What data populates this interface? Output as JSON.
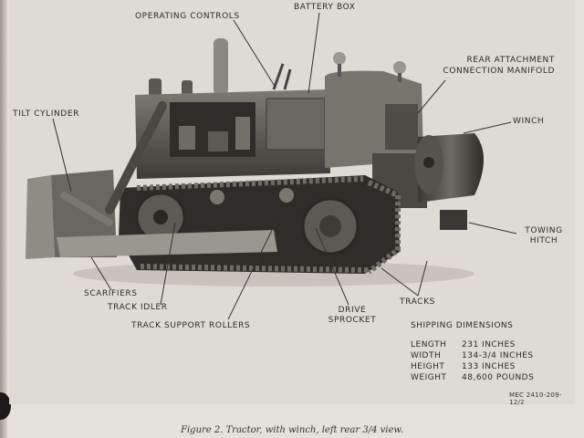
{
  "labels": {
    "operating_controls": "OPERATING CONTROLS",
    "battery_box": "BATTERY BOX",
    "rear_attachment_line1": "REAR ATTACHMENT",
    "rear_attachment_line2": "CONNECTION MANIFOLD",
    "winch": "WINCH",
    "tilt_cylinder": "TILT CYLINDER",
    "towing_line1": "TOWING",
    "towing_line2": "HITCH",
    "scarifiers": "SCARIFIERS",
    "track_idler": "TRACK IDLER",
    "track_support_rollers": "TRACK SUPPORT ROLLERS",
    "drive_line1": "DRIVE",
    "drive_line2": "SPROCKET",
    "tracks": "TRACKS"
  },
  "shipping": {
    "title": "SHIPPING DIMENSIONS",
    "rows": [
      {
        "label": "LENGTH",
        "value": "231 INCHES"
      },
      {
        "label": "WIDTH",
        "value": "134-3/4 INCHES"
      },
      {
        "label": "HEIGHT",
        "value": "133 INCHES"
      },
      {
        "label": "WEIGHT",
        "value": "48,600 POUNDS"
      }
    ]
  },
  "plate_number": "MEC 2410-209-12/2",
  "caption": "Figure 2. Tractor, with winch, left rear 3/4 view."
}
